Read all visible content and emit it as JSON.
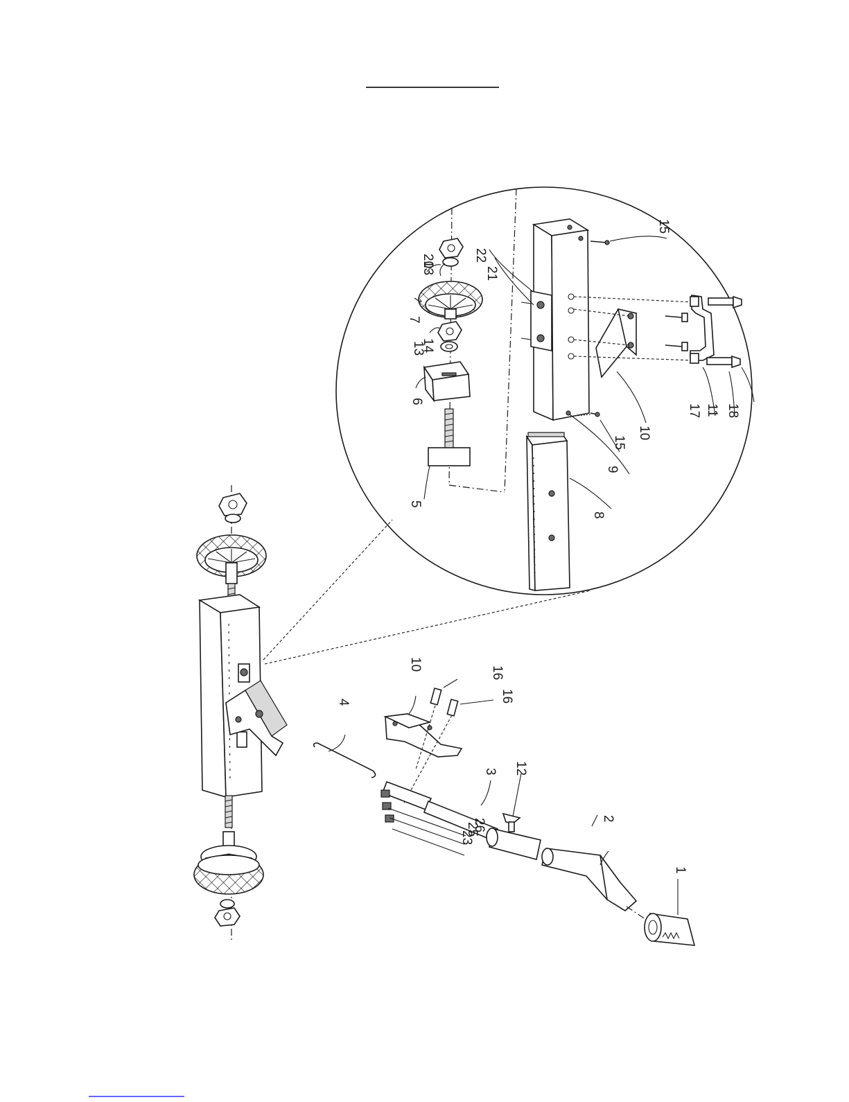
{
  "callouts": [
    "1",
    "2",
    "3",
    "4",
    "5",
    "6",
    "7",
    "8",
    "9",
    "10",
    "11",
    "12",
    "13",
    "14",
    "15",
    "16",
    "17",
    "18",
    "20",
    "21",
    "22",
    "23",
    "25",
    "26"
  ],
  "colors": {
    "ink": "#1a1a1a",
    "paper": "#ffffff",
    "link_underline": "#3030ff"
  }
}
